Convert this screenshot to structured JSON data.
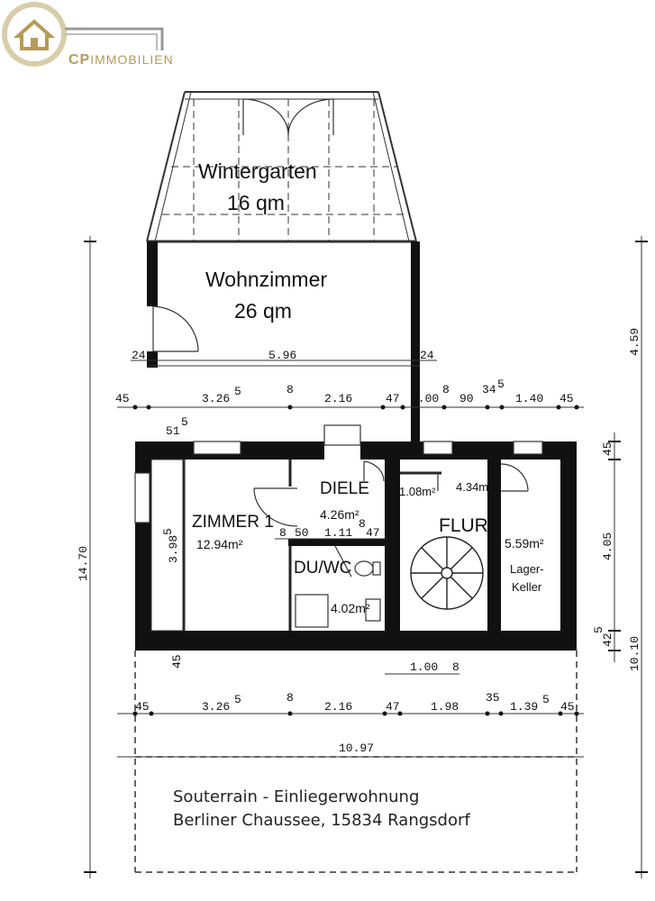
{
  "brand": {
    "logo_text_bold": "CP",
    "logo_text": "IMMOBILIEN",
    "color": "#b59b5a"
  },
  "caption": {
    "line1": "Souterrain - Einliegerwohnung",
    "line2": "Berliner Chaussee, 15834 Rangsdorf"
  },
  "rooms": {
    "wintergarten_name": "Wintergarten",
    "wintergarten_area": "16 qm",
    "wohnzimmer_name": "Wohnzimmer",
    "wohnzimmer_area": "26 qm",
    "diele_name": "DIELE",
    "diele_area": "4.26m²",
    "nische_area": "1.08m²",
    "flur_area_small": "4.34m²",
    "flur_name": "FLUR",
    "zimmer_name": "ZIMMER 1",
    "zimmer_area": "12.94m²",
    "duwc_name": "DU/WC",
    "duwc_area": "4.02m²",
    "lager_area": "5.59m²",
    "lager_name_1": "Lager-",
    "lager_name_2": "Keller"
  },
  "dims": {
    "upper_left_24": "24",
    "upper_596": "5.96",
    "upper_right_24": "24",
    "top_45a": "45",
    "top_326": "3.26",
    "top_326_sup": "5",
    "top_8a": "8",
    "top_216": "2.16",
    "top_47": "47",
    "top_100": "1.00",
    "top_8b": "8",
    "top_90": "90",
    "top_345": "34",
    "top_345_sup": "5",
    "top_140": "1.40",
    "top_45b": "45",
    "small_515": "51",
    "small_515_sup": "5",
    "zimmer_398": "3.98",
    "zimmer_398_sup": "5",
    "int_8": "8",
    "int_50": "50",
    "int_111": "1.11",
    "int_8b": "8",
    "int_47": "47",
    "left_45": "45",
    "mid_100": "1.00",
    "mid_8": "8",
    "bot_45a": "45",
    "bot_326": "3.26",
    "bot_326_sup": "5",
    "bot_8": "8",
    "bot_216": "2.16",
    "bot_47": "47",
    "bot_198": "1.98",
    "bot_35": "35",
    "bot_139": "1.39",
    "bot_139_sup": "5",
    "bot_45b": "45",
    "total_width": "10.97",
    "total_height": "14.70",
    "right_459": "4.59",
    "right_45": "45",
    "right_405": "4.05",
    "right_425": "42",
    "right_425_sup": "5",
    "right_1010": "10.10"
  }
}
